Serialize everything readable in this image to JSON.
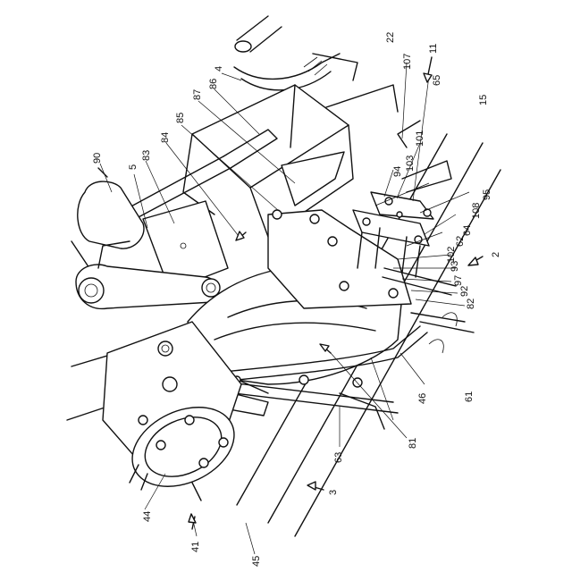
{
  "labels": [
    {
      "text": "90"
    },
    {
      "text": "5"
    },
    {
      "text": "83"
    },
    {
      "text": "84"
    },
    {
      "text": "85"
    },
    {
      "text": "87"
    },
    {
      "text": "86"
    },
    {
      "text": "4"
    },
    {
      "text": "22"
    },
    {
      "text": "107"
    },
    {
      "text": "11"
    },
    {
      "text": "65"
    },
    {
      "text": "15"
    },
    {
      "text": "101"
    },
    {
      "text": "103"
    },
    {
      "text": "94"
    },
    {
      "text": "95"
    },
    {
      "text": "108"
    },
    {
      "text": "64"
    },
    {
      "text": "62"
    },
    {
      "text": "102"
    },
    {
      "text": "93"
    },
    {
      "text": "97"
    },
    {
      "text": "92"
    },
    {
      "text": "82"
    },
    {
      "text": "2"
    },
    {
      "text": "61"
    },
    {
      "text": "46"
    },
    {
      "text": "81"
    },
    {
      "text": "63"
    },
    {
      "text": "3"
    },
    {
      "text": "44"
    },
    {
      "text": "41"
    },
    {
      "text": "45"
    }
  ]
}
